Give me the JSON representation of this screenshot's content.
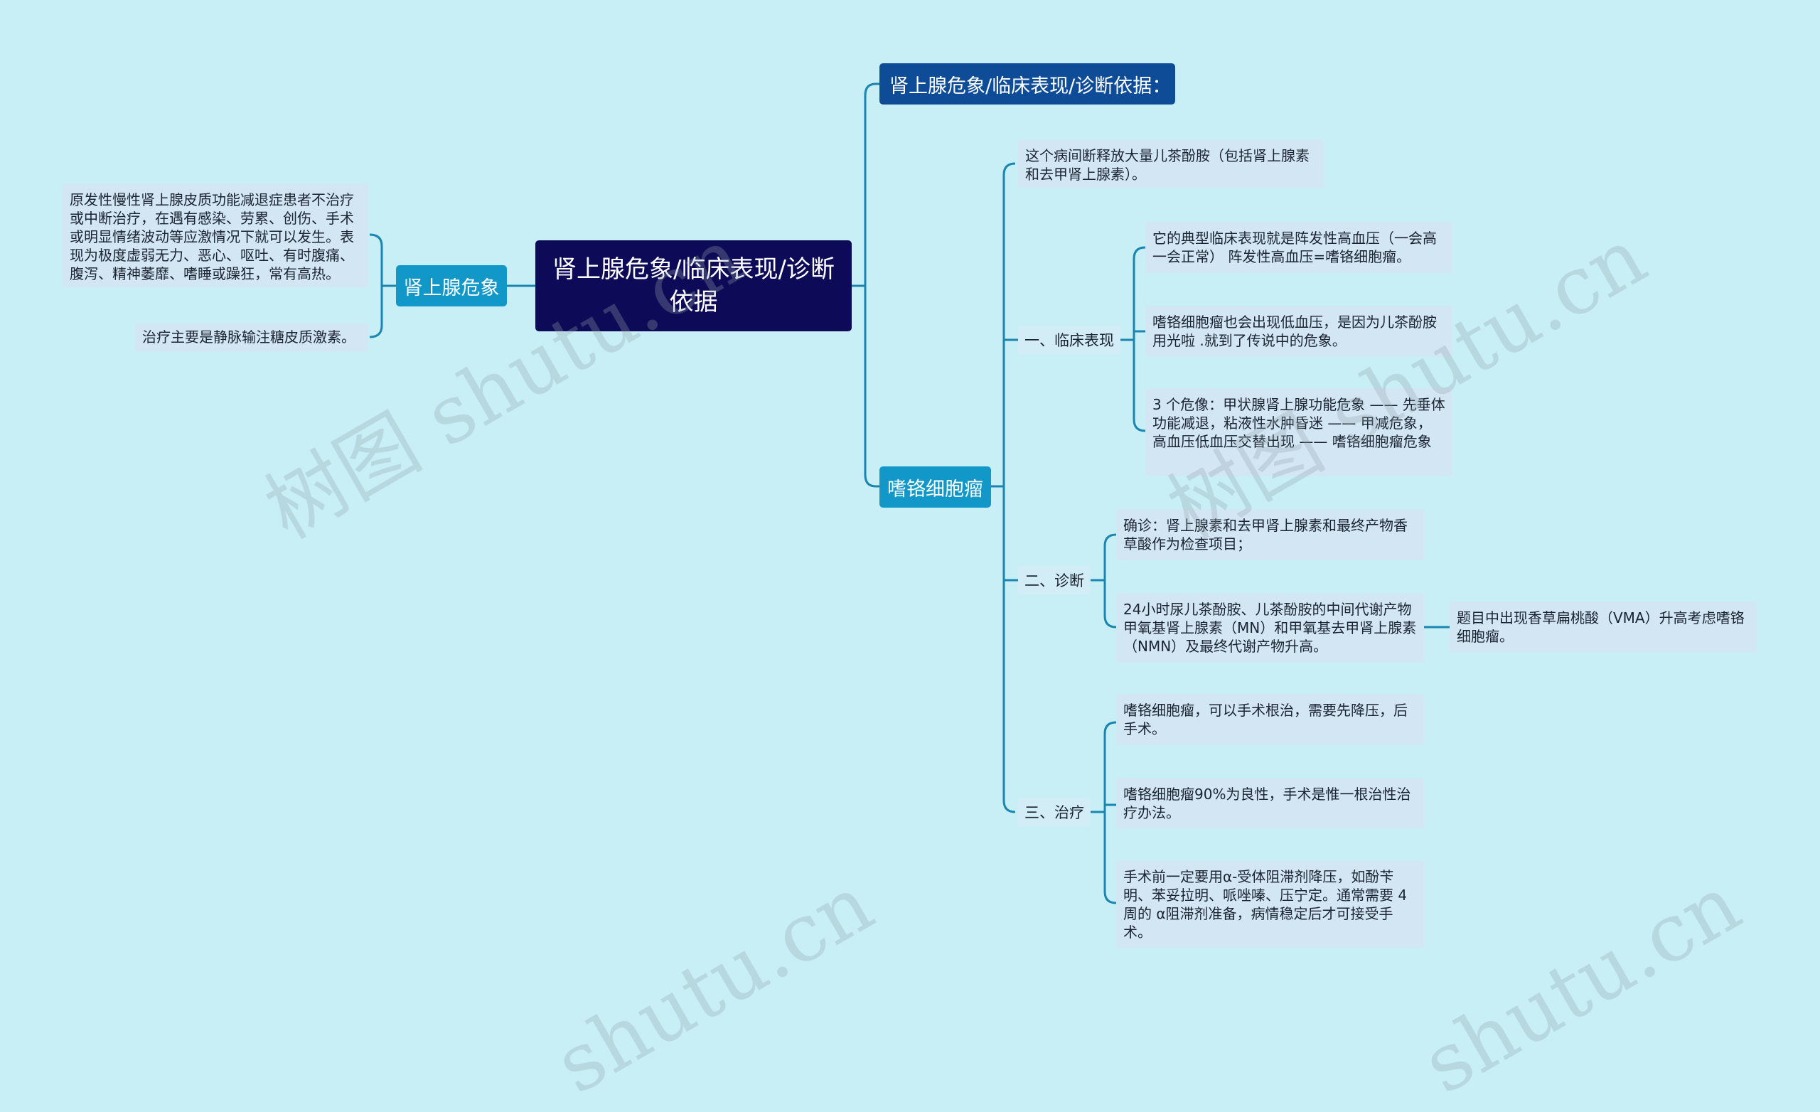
{
  "root": {
    "label": "肾上腺危象/临床表现/诊断依据"
  },
  "left_branch": {
    "label": "肾上腺危象",
    "leaves": [
      "原发性慢性肾上腺皮质功能减退症患者不治疗或中断治疗，在遇有感染、劳累、创伤、手术或明显情绪波动等应激情况下就可以发生。表现为极度虚弱无力、恶心、呕吐、有时腹痛、腹泻、精神萎靡、嗜睡或躁狂，常有高热。",
      "治疗主要是静脉输注糖皮质激素。"
    ]
  },
  "right_top": {
    "label": "肾上腺危象/临床表现/诊断依据："
  },
  "pheo": {
    "label": "嗜铬细胞瘤",
    "intro": "这个病间断释放大量儿茶酚胺（包括肾上腺素和去甲肾上腺素）。",
    "clinical": {
      "label": "一、临床表现",
      "leaves": [
        "它的典型临床表现就是阵发性高血压（一会高一会正常） 阵发性高血压=嗜铬细胞瘤。",
        "嗜铬细胞瘤也会出现低血压，是因为儿茶酚胺用光啦 .就到了传说中的危象。",
        "3 个危像：甲状腺肾上腺功能危象 —— 先垂体功能减退，粘液性水肿昏迷 —— 甲减危象，高血压低血压交替出现 —— 嗜铬细胞瘤危象"
      ]
    },
    "diagnosis": {
      "label": "二、诊断",
      "leaves": [
        "确诊：肾上腺素和去甲肾上腺素和最终产物香草酸作为检查项目；",
        "24小时尿儿茶酚胺、儿茶酚胺的中间代谢产物甲氧基肾上腺素（MN）和甲氧基去甲肾上腺素（NMN）及最终代谢产物升高。"
      ],
      "extra": "题目中出现香草扁桃酸（VMA）升高考虑嗜铬细胞瘤。"
    },
    "treatment": {
      "label": "三、治疗",
      "leaves": [
        "嗜铬细胞瘤，可以手术根治，需要先降压，后手术。",
        "嗜铬细胞瘤90%为良性，手术是惟一根治性治疗办法。",
        "手术前一定要用α-受体阻滞剂降压，如酚苄明、苯妥拉明、哌唑嗪、压宁定。通常需要 4 周的 α阻滞剂准备，病情稳定后才可接受手术。"
      ]
    }
  },
  "watermarks": [
    "树图 shutu.cn",
    "树图 shutu.cn",
    "shutu.cn",
    "shutu.cn"
  ],
  "colors": {
    "background": "#c8eef6",
    "root": "#0d0a58",
    "branch": "#1297c9",
    "branch_dark": "#0f4c97",
    "line": "#1a86b0"
  }
}
